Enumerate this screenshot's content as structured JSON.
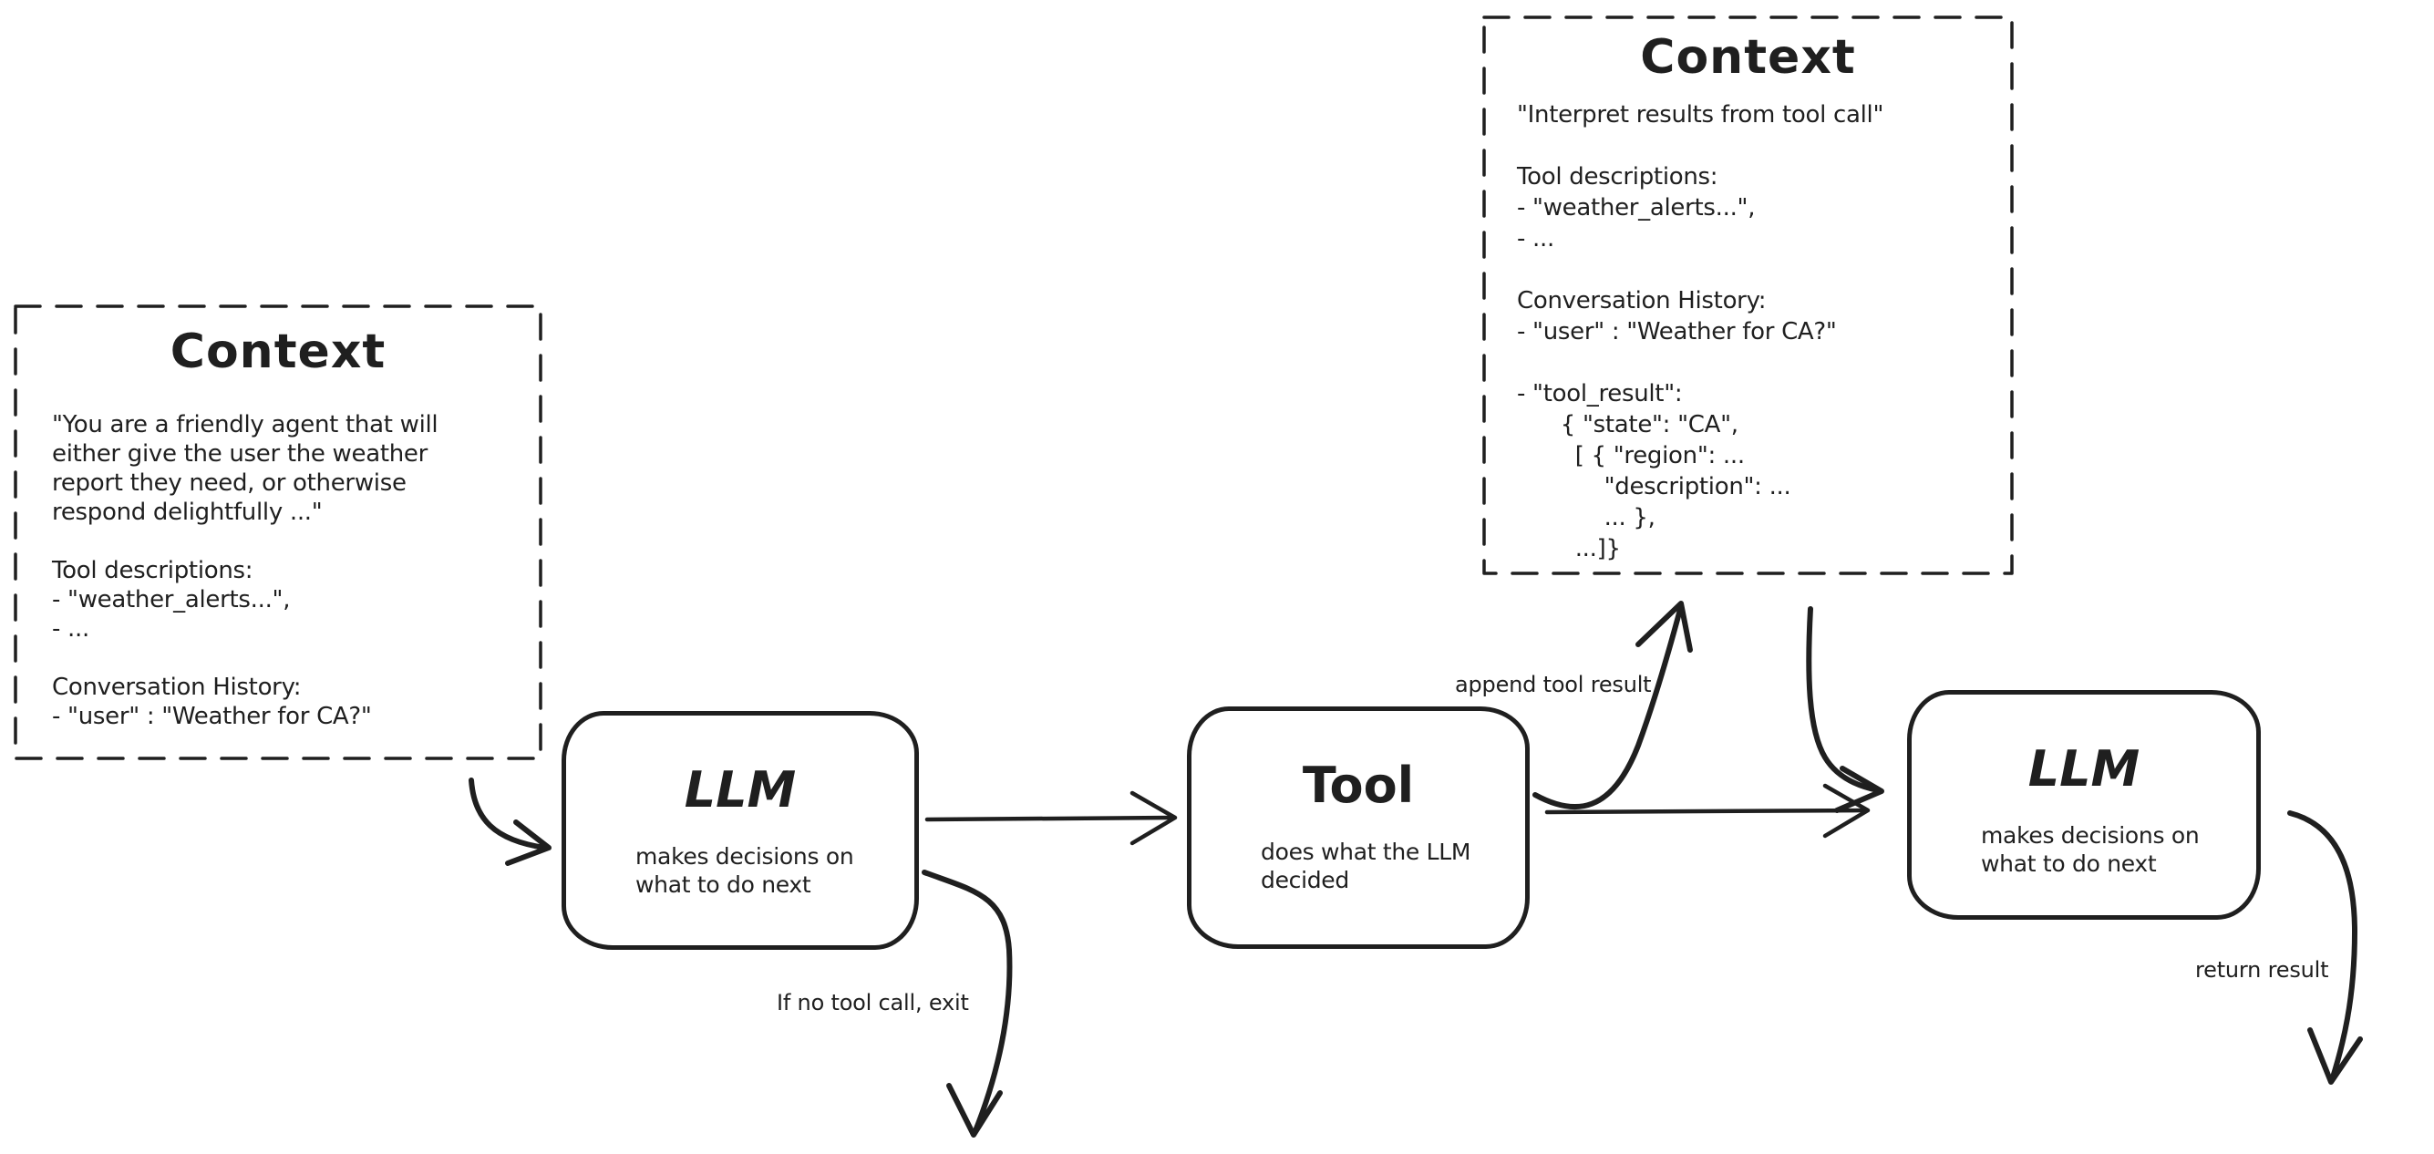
{
  "diagram": {
    "colors": {
      "ink": "#1f1f1f",
      "background": "#ffffff"
    },
    "context_initial": {
      "title": "Context",
      "body": "\"You are a friendly agent that will\neither give the user the weather\nreport they need, or otherwise\nrespond delightfully ...\"\n\nTool descriptions:\n- \"weather_alerts...\",\n- ...\n\nConversation History:\n- \"user\" : \"Weather for CA?\""
    },
    "context_updated": {
      "title": "Context",
      "body": "\"Interpret results from tool call\"\n\nTool descriptions:\n- \"weather_alerts...\",\n- ...\n\nConversation History:\n- \"user\" : \"Weather for CA?\"\n\n- \"tool_result\":\n      { \"state\": \"CA\",\n        [ { \"region\": ...\n            \"description\": ...\n            ... },\n        ...]}"
    },
    "llm_first": {
      "title": "LLM",
      "subtitle": "makes decisions on\nwhat to do next"
    },
    "tool": {
      "title": "Tool",
      "subtitle": "does what the LLM\ndecided"
    },
    "llm_second": {
      "title": "LLM",
      "subtitle": "makes decisions on\nwhat to do next"
    },
    "labels": {
      "append": "append tool result",
      "exit": "If no tool call, exit",
      "return": "return result"
    }
  }
}
